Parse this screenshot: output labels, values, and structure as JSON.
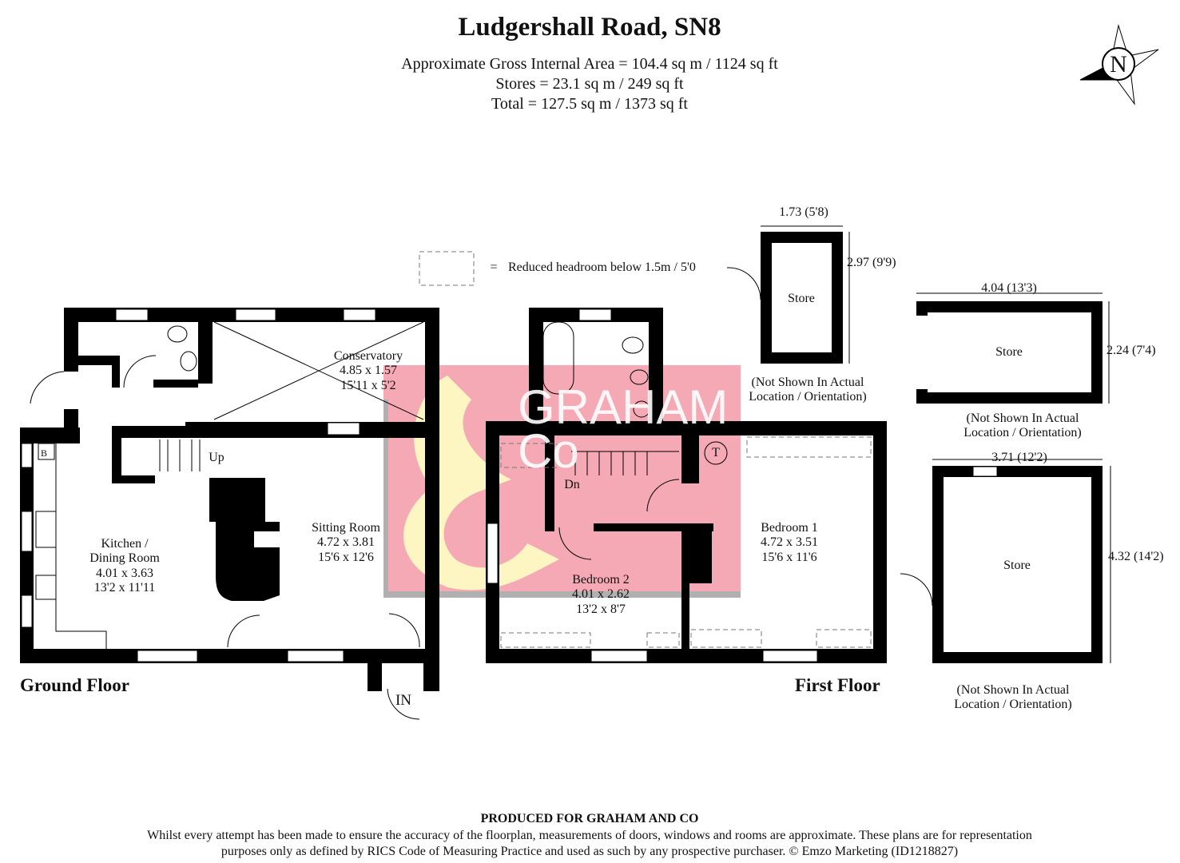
{
  "header": {
    "title": "Ludgershall Road, SN8",
    "area_lines": [
      "Approximate Gross Internal Area = 104.4 sq m / 1124 sq ft",
      "Stores = 23.1 sq m / 249 sq ft",
      "Total = 127.5 sq m / 1373 sq ft"
    ]
  },
  "compass": {
    "label": "N"
  },
  "legend": {
    "symbol": "=",
    "text": "Reduced headroom below 1.5m / 5'0"
  },
  "ground_floor": {
    "label": "Ground Floor",
    "rooms": [
      {
        "name": "Conservatory",
        "metric": "4.85 x 1.57",
        "imperial": "15'11 x 5'2"
      },
      {
        "name": "Kitchen /",
        "name2": "Dining Room",
        "metric": "4.01 x 3.63",
        "imperial": "13'2 x 11'11"
      },
      {
        "name": "Sitting Room",
        "metric": "4.72 x 3.81",
        "imperial": "15'6 x 12'6"
      }
    ],
    "boiler": "B",
    "stairs": "Up",
    "entrance": "IN"
  },
  "first_floor": {
    "label": "First Floor",
    "rooms": [
      {
        "name": "Bedroom 1",
        "metric": "4.72 x 3.51",
        "imperial": "15'6 x 11'6"
      },
      {
        "name": "Bedroom 2",
        "metric": "4.01 x 2.62",
        "imperial": "13'2 x 8'7"
      }
    ],
    "tank": "T",
    "stairs": "Dn"
  },
  "stores": [
    {
      "name": "Store",
      "width": "1.73 (5'8)",
      "depth": "2.97 (9'9)"
    },
    {
      "name": "Store",
      "width": "4.04 (13'3)",
      "depth": "2.24 (7'4)"
    },
    {
      "name": "Store",
      "width": "3.71 (12'2)",
      "depth": "4.32 (14'2)"
    }
  ],
  "store_note": [
    "(Not Shown In Actual",
    "Location / Orientation)"
  ],
  "watermark": {
    "text1": "GRAHAM",
    "text2": "Co",
    "colors": {
      "pink": "#f4a9b5",
      "cream": "#fdf6c3",
      "gray": "#b0b0b0"
    }
  },
  "footer": {
    "producer": "PRODUCED FOR GRAHAM AND CO",
    "lines": [
      "Whilst every attempt has been made to ensure the accuracy of the floorplan, measurements of doors, windows and rooms are approximate. These plans are for representation",
      "purposes only as defined by RICS Code of Measuring Practice and used as such by any prospective purchaser. © Emzo Marketing (ID1218827)"
    ]
  }
}
